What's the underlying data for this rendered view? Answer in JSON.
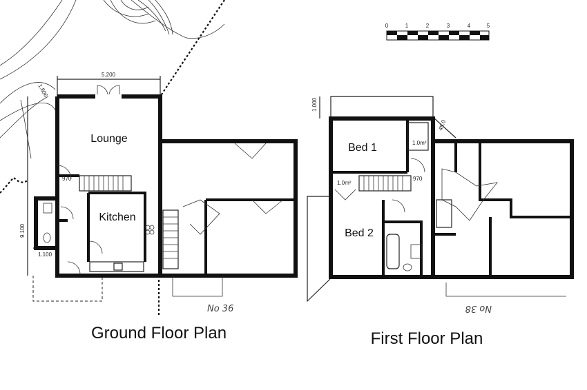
{
  "ground_floor": {
    "title": "Ground Floor Plan",
    "rooms": {
      "lounge": "Lounge",
      "kitchen": "Kitchen"
    },
    "dimensions": {
      "width": "5.200",
      "left_offset": "1.806",
      "door_width": "970",
      "depth": "9.100",
      "porch": "1.100"
    },
    "neighbour_label": "No 36"
  },
  "first_floor": {
    "title": "First Floor Plan",
    "rooms": {
      "bed1": "Bed 1",
      "bed2": "Bed 2"
    },
    "dimensions": {
      "top_offset": "1.000",
      "door_width": "970",
      "angle": "45.0",
      "cupboard1": "1.0m²",
      "cupboard2": "1.0m²"
    },
    "neighbour_label": "No 38"
  },
  "scale_bar": {
    "ticks": [
      "0",
      "1",
      "2",
      "3",
      "4",
      "5"
    ]
  }
}
